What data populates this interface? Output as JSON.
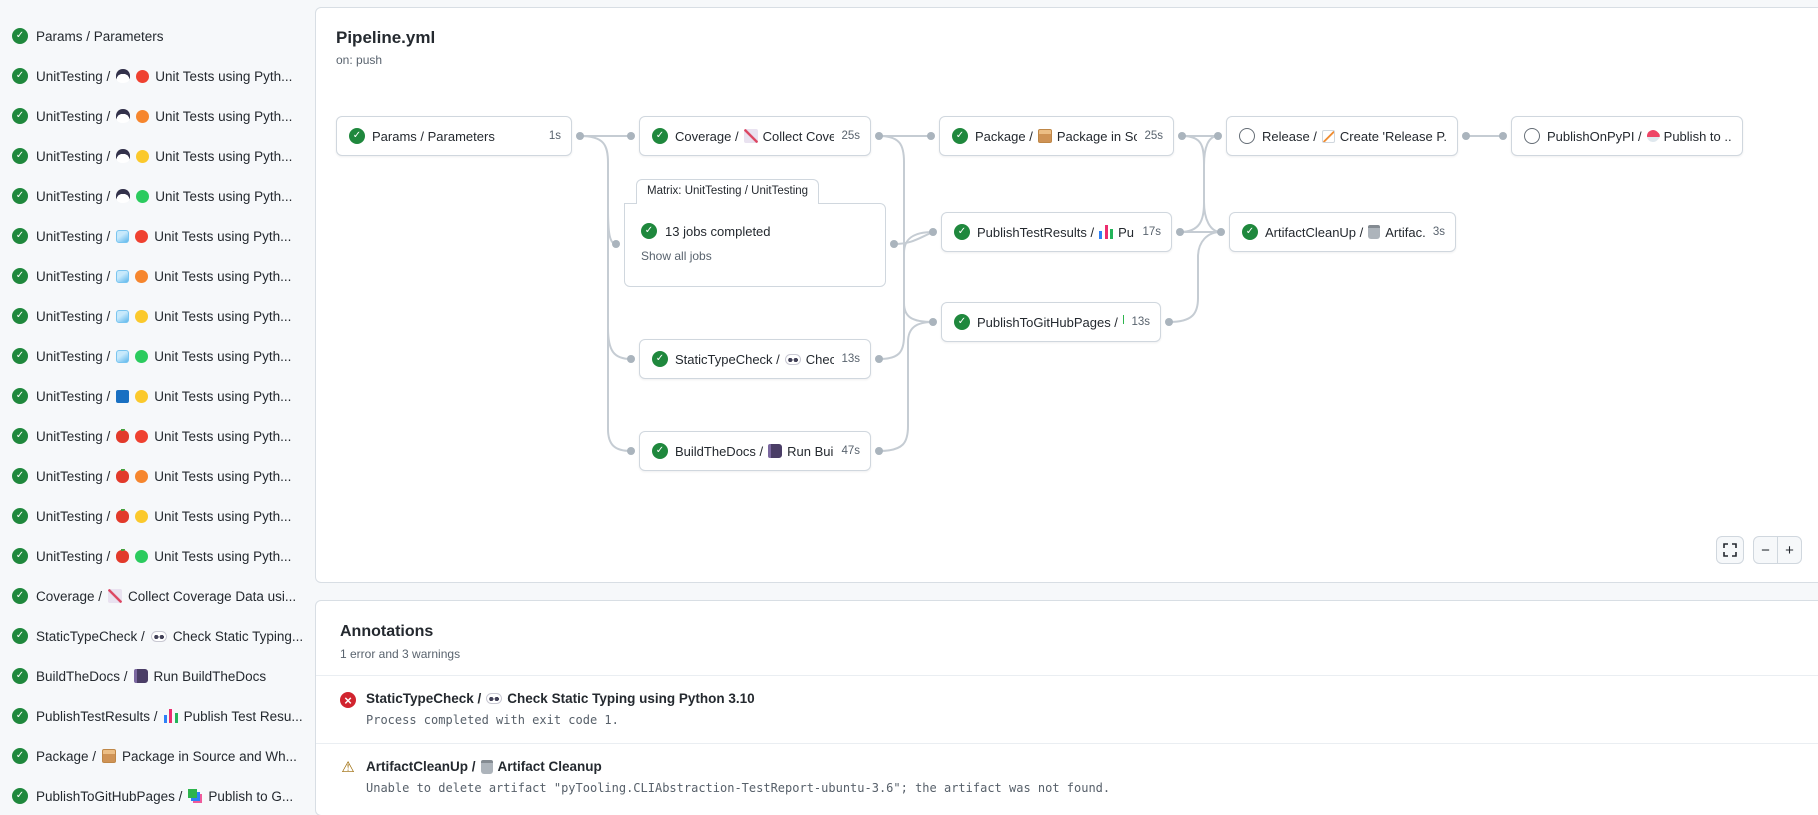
{
  "header": {
    "title": "Pipeline.yml",
    "trigger": "on: push"
  },
  "sidebar": {
    "items": [
      {
        "status": "success",
        "prefix": "Params / Parameters",
        "icons": [],
        "title": ""
      },
      {
        "status": "success",
        "prefix": "UnitTesting /",
        "icons": [
          "penguin",
          "circle-red"
        ],
        "title": "Unit Tests using Pyth..."
      },
      {
        "status": "success",
        "prefix": "UnitTesting /",
        "icons": [
          "penguin",
          "circle-orange"
        ],
        "title": "Unit Tests using Pyth..."
      },
      {
        "status": "success",
        "prefix": "UnitTesting /",
        "icons": [
          "penguin",
          "circle-yellow"
        ],
        "title": "Unit Tests using Pyth..."
      },
      {
        "status": "success",
        "prefix": "UnitTesting /",
        "icons": [
          "penguin",
          "circle-green"
        ],
        "title": "Unit Tests using Pyth..."
      },
      {
        "status": "success",
        "prefix": "UnitTesting /",
        "icons": [
          "ice-cube",
          "circle-red"
        ],
        "title": "Unit Tests using Pyth..."
      },
      {
        "status": "success",
        "prefix": "UnitTesting /",
        "icons": [
          "ice-cube",
          "circle-orange"
        ],
        "title": "Unit Tests using Pyth..."
      },
      {
        "status": "success",
        "prefix": "UnitTesting /",
        "icons": [
          "ice-cube",
          "circle-yellow"
        ],
        "title": "Unit Tests using Pyth..."
      },
      {
        "status": "success",
        "prefix": "UnitTesting /",
        "icons": [
          "ice-cube",
          "circle-green"
        ],
        "title": "Unit Tests using Pyth..."
      },
      {
        "status": "success",
        "prefix": "UnitTesting /",
        "icons": [
          "blue-square",
          "circle-yellow"
        ],
        "title": "Unit Tests using Pyth..."
      },
      {
        "status": "success",
        "prefix": "UnitTesting /",
        "icons": [
          "apple",
          "circle-red"
        ],
        "title": "Unit Tests using Pyth..."
      },
      {
        "status": "success",
        "prefix": "UnitTesting /",
        "icons": [
          "apple",
          "circle-orange"
        ],
        "title": "Unit Tests using Pyth..."
      },
      {
        "status": "success",
        "prefix": "UnitTesting /",
        "icons": [
          "apple",
          "circle-yellow"
        ],
        "title": "Unit Tests using Pyth..."
      },
      {
        "status": "success",
        "prefix": "UnitTesting /",
        "icons": [
          "apple",
          "circle-green"
        ],
        "title": "Unit Tests using Pyth..."
      },
      {
        "status": "success",
        "prefix": "Coverage /",
        "icons": [
          "chart-increasing"
        ],
        "title": "Collect Coverage Data usi..."
      },
      {
        "status": "success",
        "prefix": "StaticTypeCheck /",
        "icons": [
          "eyes"
        ],
        "title": "Check Static Typing..."
      },
      {
        "status": "success",
        "prefix": "BuildTheDocs /",
        "icons": [
          "notebook"
        ],
        "title": "Run BuildTheDocs"
      },
      {
        "status": "success",
        "prefix": "PublishTestResults /",
        "icons": [
          "bar-chart"
        ],
        "title": "Publish Test Resu..."
      },
      {
        "status": "success",
        "prefix": "Package /",
        "icons": [
          "package"
        ],
        "title": "Package in Source and Wh..."
      },
      {
        "status": "success",
        "prefix": "PublishToGitHubPages /",
        "icons": [
          "frames"
        ],
        "title": "Publish to G..."
      }
    ]
  },
  "graph": {
    "nodes": {
      "params": {
        "status": "success",
        "prefix": "Params / Parameters",
        "title": "",
        "duration": "1s"
      },
      "coverage": {
        "status": "success",
        "prefix": "Coverage /",
        "icon": "chart-increasing",
        "title": "Collect Cove...",
        "duration": "25s"
      },
      "package": {
        "status": "success",
        "prefix": "Package /",
        "icon": "package",
        "title": "Package in So...",
        "duration": "25s"
      },
      "release": {
        "status": "skipped",
        "prefix": "Release /",
        "icon": "memo",
        "title": "Create 'Release P...",
        "duration": ""
      },
      "publishonpypi": {
        "status": "skipped",
        "prefix": "PublishOnPyPI /",
        "icon": "rocket",
        "title": "Publish to ...",
        "duration": ""
      },
      "publishtestresults": {
        "status": "success",
        "prefix": "PublishTestResults /",
        "icon": "bar-chart",
        "title": "Pu...",
        "duration": "17s"
      },
      "artifactcleanup": {
        "status": "success",
        "prefix": "ArtifactCleanUp /",
        "icon": "wastebasket",
        "title": "Artifac...",
        "duration": "3s"
      },
      "publishtogithubpages": {
        "status": "success",
        "prefix": "PublishToGitHubPages /",
        "icon": "frames",
        "title": "...",
        "duration": "13s"
      },
      "statictypecheck": {
        "status": "success",
        "prefix": "StaticTypeCheck /",
        "icon": "eyes",
        "title": "Chec...",
        "duration": "13s"
      },
      "buildthedocs": {
        "status": "success",
        "prefix": "BuildTheDocs /",
        "icon": "notebook",
        "title": "Run Buil...",
        "duration": "47s"
      }
    },
    "matrix": {
      "label": "Matrix: UnitTesting / UnitTesting",
      "status": "13 jobs completed",
      "link": "Show all jobs"
    },
    "controls": {
      "zoom_out": "−",
      "zoom_in": "+"
    }
  },
  "annotations": {
    "heading": "Annotations",
    "summary": "1 error and 3 warnings",
    "items": [
      {
        "severity": "error",
        "prefix": "StaticTypeCheck /",
        "icon": "eyes",
        "title": "Check Static Typing using Python 3.10",
        "message": "Process completed with exit code 1."
      },
      {
        "severity": "warning",
        "prefix": "ArtifactCleanUp /",
        "icon": "wastebasket",
        "title": "Artifact Cleanup",
        "message": "Unable to delete artifact \"pyTooling.CLIAbstraction-TestReport-ubuntu-3.6\"; the artifact was not found."
      }
    ]
  }
}
